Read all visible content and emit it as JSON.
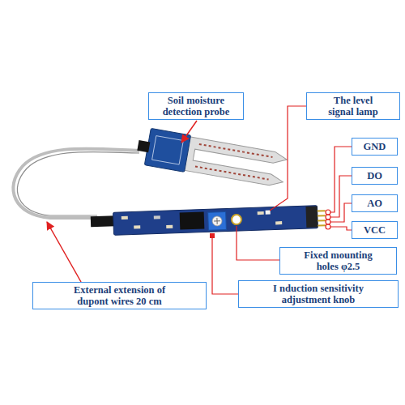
{
  "diagram": {
    "nodes": [
      {
        "text": [
          "Soil moisture detection probe"
        ]
      },
      {
        "text": [
          "The level signal lamp"
        ]
      },
      {
        "text": [
          "GND"
        ]
      },
      {
        "text": [
          "DO"
        ]
      },
      {
        "text": [
          "AO"
        ]
      },
      {
        "text": [
          "VCC"
        ]
      },
      {
        "text": [
          "Fixed mounting holes φ2.5"
        ]
      },
      {
        "text": [
          "External extension of dupont wires 20 cm"
        ]
      },
      {
        "text": [
          "I nduction sensitivity adjustment knob"
        ]
      }
    ]
  }
}
